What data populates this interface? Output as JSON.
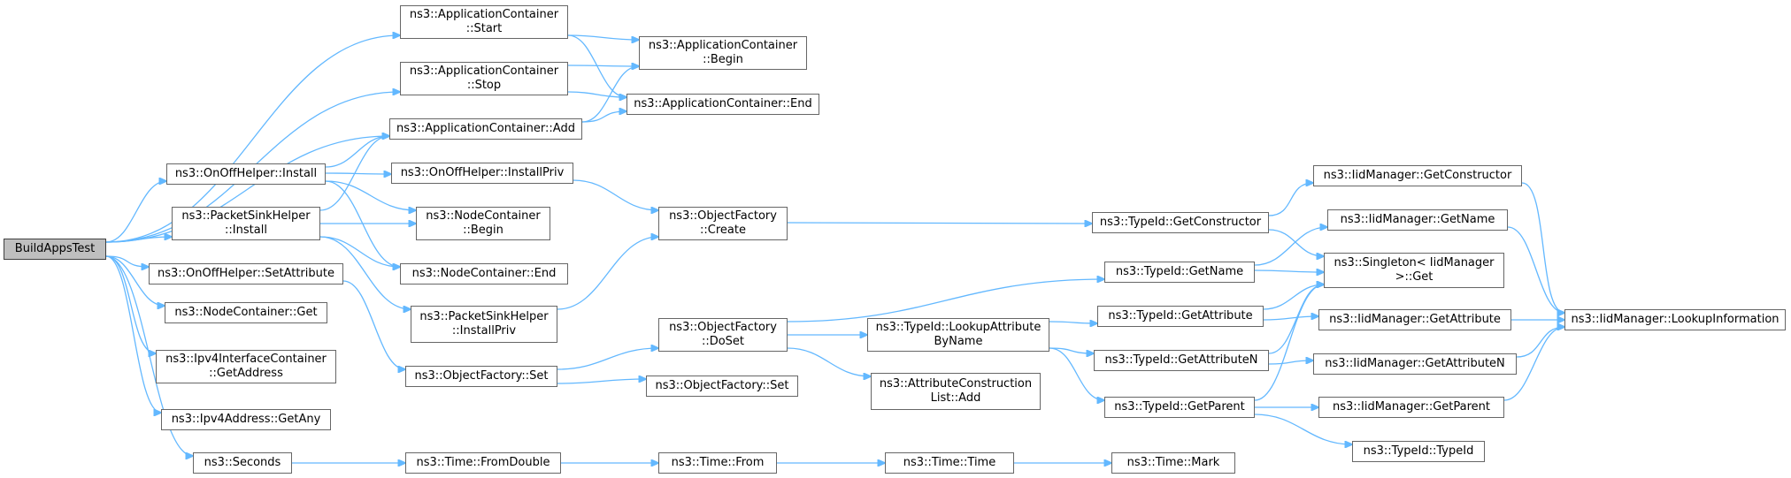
{
  "graph": {
    "nodes": {
      "build": "BuildAppsTest",
      "acStart": "ns3::ApplicationContainer\n::Start",
      "acStop": "ns3::ApplicationContainer\n::Stop",
      "acAdd": "ns3::ApplicationContainer::Add",
      "acBegin": "ns3::ApplicationContainer\n::Begin",
      "acEnd": "ns3::ApplicationContainer::End",
      "oohInstall": "ns3::OnOffHelper::Install",
      "oohInstallPriv": "ns3::OnOffHelper::InstallPriv",
      "pshInstall": "ns3::PacketSinkHelper\n::Install",
      "ncBegin": "ns3::NodeContainer\n::Begin",
      "ncEnd": "ns3::NodeContainer::End",
      "oohSetAttr": "ns3::OnOffHelper::SetAttribute",
      "pshInstallPriv": "ns3::PacketSinkHelper\n::InstallPriv",
      "ncGet": "ns3::NodeContainer::Get",
      "ipv4icGetAddr": "ns3::Ipv4InterfaceContainer\n::GetAddress",
      "ofSet1": "ns3::ObjectFactory::Set",
      "ofSet2": "ns3::ObjectFactory::Set",
      "ipv4GetAny": "ns3::Ipv4Address::GetAny",
      "seconds": "ns3::Seconds",
      "timeFromDouble": "ns3::Time::FromDouble",
      "timeFrom": "ns3::Time::From",
      "timeTime": "ns3::Time::Time",
      "timeMark": "ns3::Time::Mark",
      "ofCreate": "ns3::ObjectFactory\n::Create",
      "ofDoSet": "ns3::ObjectFactory\n::DoSet",
      "tidLookupAttr": "ns3::TypeId::LookupAttribute\nByName",
      "acListAdd": "ns3::AttributeConstruction\nList::Add",
      "tidGetConstructor": "ns3::TypeId::GetConstructor",
      "tidGetName": "ns3::TypeId::GetName",
      "tidGetAttribute": "ns3::TypeId::GetAttribute",
      "tidGetAttributeN": "ns3::TypeId::GetAttributeN",
      "tidGetParent": "ns3::TypeId::GetParent",
      "imGetConstructor": "ns3::IidManager::GetConstructor",
      "imGetName": "ns3::IidManager::GetName",
      "singletonGet": "ns3::Singleton< IidManager\n>::Get",
      "imGetAttribute": "ns3::IidManager::GetAttribute",
      "imGetAttributeN": "ns3::IidManager::GetAttributeN",
      "imGetParent": "ns3::IidManager::GetParent",
      "tidTypeId": "ns3::TypeId::TypeId",
      "imLookupInfo": "ns3::IidManager::LookupInformation"
    },
    "edges": [
      [
        "build",
        "acStart"
      ],
      [
        "build",
        "acStop"
      ],
      [
        "build",
        "acAdd"
      ],
      [
        "build",
        "oohInstall"
      ],
      [
        "build",
        "pshInstall"
      ],
      [
        "build",
        "oohSetAttr"
      ],
      [
        "build",
        "ncGet"
      ],
      [
        "build",
        "ipv4icGetAddr"
      ],
      [
        "build",
        "ipv4GetAny"
      ],
      [
        "build",
        "seconds"
      ],
      [
        "acStart",
        "acBegin"
      ],
      [
        "acStart",
        "acEnd"
      ],
      [
        "acStop",
        "acBegin"
      ],
      [
        "acStop",
        "acEnd"
      ],
      [
        "acAdd",
        "acBegin"
      ],
      [
        "acAdd",
        "acEnd"
      ],
      [
        "oohInstall",
        "acAdd"
      ],
      [
        "oohInstall",
        "oohInstallPriv"
      ],
      [
        "oohInstall",
        "ncBegin"
      ],
      [
        "oohInstall",
        "ncEnd"
      ],
      [
        "pshInstall",
        "acAdd"
      ],
      [
        "pshInstall",
        "ncBegin"
      ],
      [
        "pshInstall",
        "ncEnd"
      ],
      [
        "pshInstall",
        "pshInstallPriv"
      ],
      [
        "oohInstallPriv",
        "ofCreate"
      ],
      [
        "pshInstallPriv",
        "ofCreate"
      ],
      [
        "oohSetAttr",
        "ofSet1"
      ],
      [
        "ofSet1",
        "ofDoSet"
      ],
      [
        "ofSet1",
        "ofSet2"
      ],
      [
        "ofCreate",
        "tidGetConstructor"
      ],
      [
        "ofDoSet",
        "tidGetName"
      ],
      [
        "ofDoSet",
        "tidLookupAttr"
      ],
      [
        "ofDoSet",
        "acListAdd"
      ],
      [
        "tidLookupAttr",
        "tidGetAttribute"
      ],
      [
        "tidLookupAttr",
        "tidGetAttributeN"
      ],
      [
        "tidLookupAttr",
        "tidGetParent"
      ],
      [
        "tidGetConstructor",
        "imGetConstructor"
      ],
      [
        "tidGetConstructor",
        "singletonGet"
      ],
      [
        "tidGetName",
        "imGetName"
      ],
      [
        "tidGetName",
        "singletonGet"
      ],
      [
        "tidGetAttribute",
        "singletonGet"
      ],
      [
        "tidGetAttribute",
        "imGetAttribute"
      ],
      [
        "tidGetAttributeN",
        "singletonGet"
      ],
      [
        "tidGetAttributeN",
        "imGetAttributeN"
      ],
      [
        "tidGetParent",
        "singletonGet"
      ],
      [
        "tidGetParent",
        "imGetParent"
      ],
      [
        "tidGetParent",
        "tidTypeId"
      ],
      [
        "imGetConstructor",
        "imLookupInfo"
      ],
      [
        "imGetName",
        "imLookupInfo"
      ],
      [
        "imGetAttribute",
        "imLookupInfo"
      ],
      [
        "imGetAttributeN",
        "imLookupInfo"
      ],
      [
        "imGetParent",
        "imLookupInfo"
      ],
      [
        "seconds",
        "timeFromDouble"
      ],
      [
        "timeFromDouble",
        "timeFrom"
      ],
      [
        "timeFrom",
        "timeTime"
      ],
      [
        "timeTime",
        "timeMark"
      ]
    ]
  },
  "colors": {
    "edge": "#63B8FF",
    "node_border": "#666666",
    "root_fill": "#BFBFBF"
  }
}
